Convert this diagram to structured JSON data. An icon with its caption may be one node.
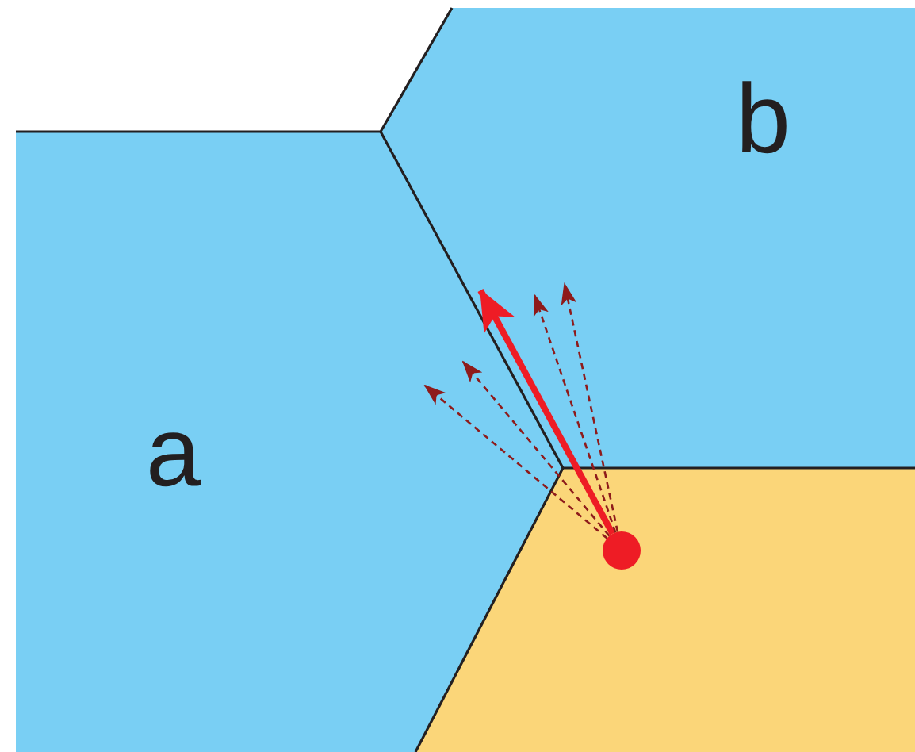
{
  "diagram": {
    "nodes": [
      {
        "text": [
          "a"
        ]
      },
      {
        "text": [
          "b"
        ]
      },
      {
        "text": [],
        "shape": "box"
      },
      {
        "text": [],
        "shape": "circle",
        "in": 2
      }
    ],
    "edges": [
      {
        "from": 3,
        "to": 0,
        "arrow": "to",
        "style": "dashed"
      },
      {
        "from": 3,
        "to": 0,
        "arrow": "to",
        "style": "dashed"
      },
      {
        "from": 3,
        "to": 1,
        "arrow": "to",
        "style": "thick",
        "color": "#ee1c25"
      },
      {
        "from": 3,
        "to": 1,
        "arrow": "to",
        "style": "dashed"
      },
      {
        "from": 3,
        "to": 1,
        "arrow": "to",
        "style": "dashed"
      }
    ]
  }
}
